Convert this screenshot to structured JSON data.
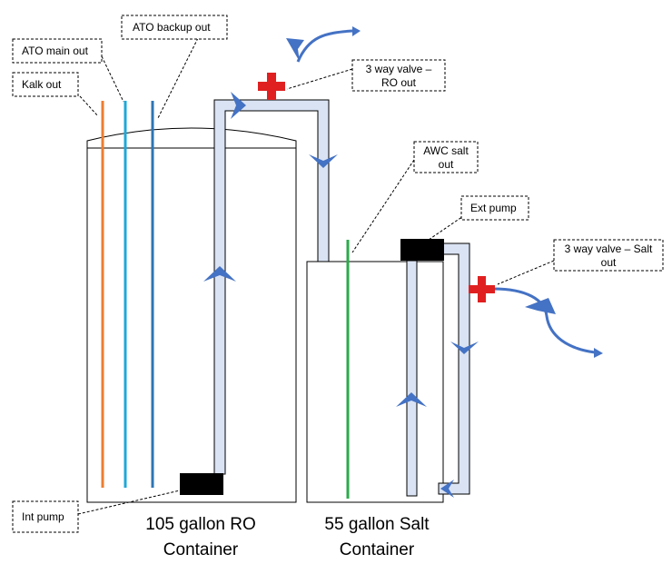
{
  "callouts": {
    "kalk_out": "Kalk out",
    "ato_main_out": "ATO main out",
    "ato_backup_out": "ATO backup out",
    "valve_ro_line1": "3 way valve –",
    "valve_ro_line2": "RO out",
    "awc_salt_line1": "AWC salt",
    "awc_salt_line2": "out",
    "ext_pump": "Ext pump",
    "valve_salt_line1": "3 way valve – Salt",
    "valve_salt_line2": "out",
    "int_pump": "Int pump"
  },
  "containers": {
    "ro_line1": "105 gallon RO",
    "ro_line2": "Container",
    "salt_line1": "55 gallon Salt",
    "salt_line2": "Container"
  },
  "colors": {
    "kalk_line": "#ED7D31",
    "ato_main_line": "#1FA8D8",
    "ato_backup_line": "#2E75B6",
    "awc_line": "#2BAA4A",
    "pipe_fill": "#DAE3F3",
    "arrow_fill": "#4472C4",
    "valve": "#E02020",
    "pump": "#000000"
  }
}
